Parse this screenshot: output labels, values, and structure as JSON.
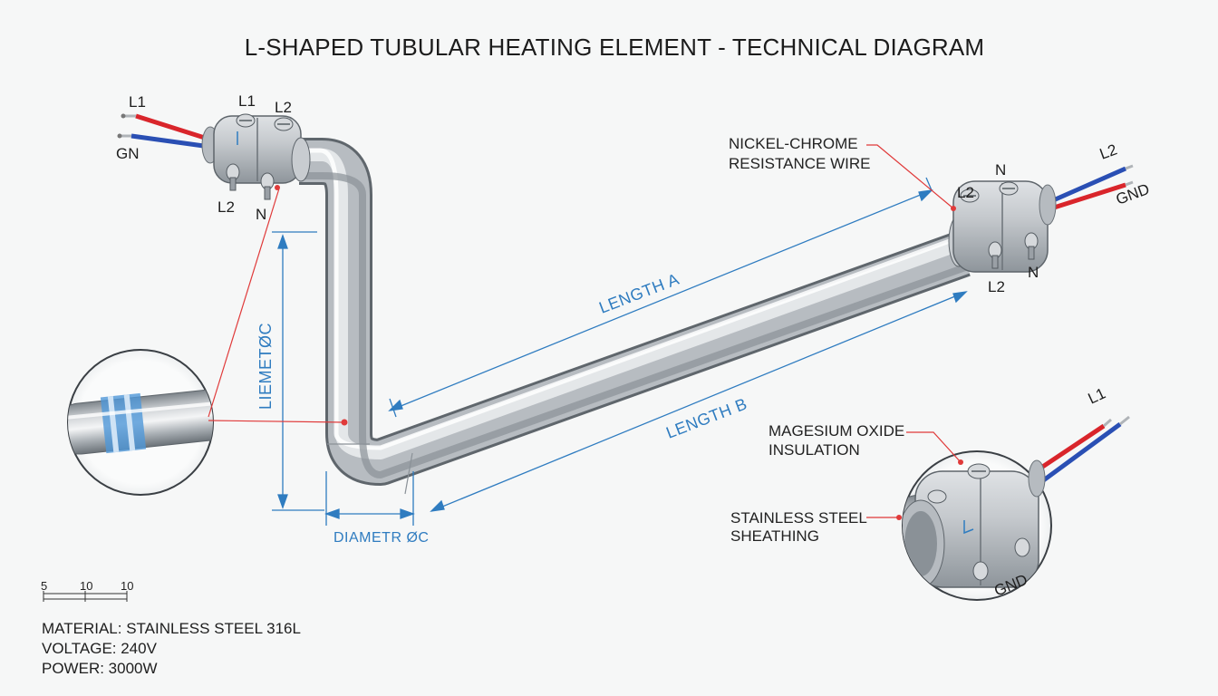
{
  "title": "L-SHAPED TUBULAR HEATING ELEMENT - TECHNICAL DIAGRAM",
  "terminals": {
    "left_wire_l1": "L1",
    "left_wire_gn": "GN",
    "left_top_l1": "L1",
    "left_top_l2": "L2",
    "left_bottom_l2": "L2",
    "left_bottom_n": "N",
    "right_top_l2": "L2",
    "right_top_n": "N",
    "right_wire_l2": "L2",
    "right_wire_gnd": "GND",
    "right_bottom_l2": "L2",
    "right_bottom_n": "N",
    "detail_wire_l1": "L1",
    "detail_gnd": "GND"
  },
  "dimensions": {
    "length_a": "LENGTH A",
    "length_b": "LENGTH B",
    "vertical": "LIEMETØC",
    "diameter": "DIAMETR ØC"
  },
  "callouts": {
    "nickel_line1": "NICKEL-CHROME",
    "nickel_line2": "RESISTANCE WIRE",
    "mgo_line1": "MAGESIUM OXIDE",
    "mgo_line2": "INSULATION",
    "steel_line1": "STAINLESS STEEL",
    "steel_line2": "SHEATHING"
  },
  "scale_bar": {
    "label_a": "5",
    "label_b": "10",
    "label_c": "10"
  },
  "specs": {
    "material": "MATERIAL: STAINLESS STEEL 316L",
    "voltage": "VOLTAGE: 240V",
    "power": "POWER: 3000W"
  },
  "colors": {
    "dimension_blue": "#2f7cc0",
    "leader_red": "#e03a3a",
    "wire_red": "#d9252b",
    "wire_blue": "#2a4fb4",
    "steel_mid": "#b9bec3"
  }
}
